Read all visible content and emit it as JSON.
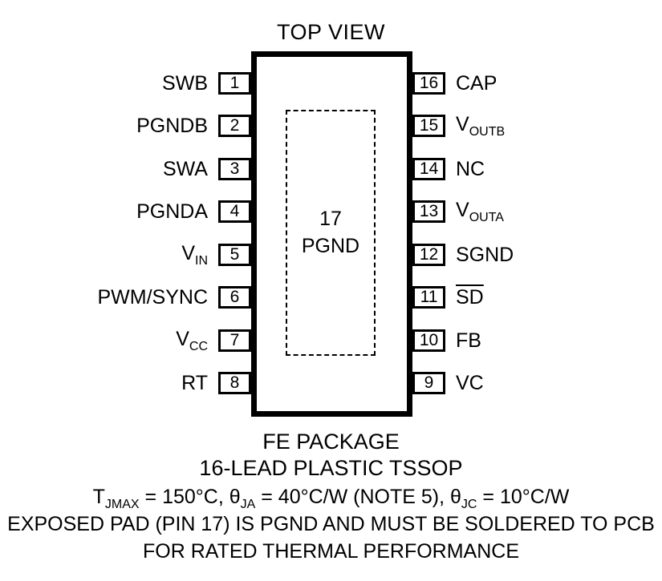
{
  "title": "TOP VIEW",
  "package": {
    "exposed_pad": {
      "number": "17",
      "label": "PGND"
    },
    "pins_left": [
      {
        "num": "1",
        "label": "SWB"
      },
      {
        "num": "2",
        "label": "PGNDB"
      },
      {
        "num": "3",
        "label": "SWA"
      },
      {
        "num": "4",
        "label": "PGNDA"
      },
      {
        "num": "5",
        "label": "V",
        "sub": "IN"
      },
      {
        "num": "6",
        "label": "PWM/SYNC"
      },
      {
        "num": "7",
        "label": "V",
        "sub": "CC"
      },
      {
        "num": "8",
        "label": "RT"
      }
    ],
    "pins_right": [
      {
        "num": "16",
        "label": "CAP"
      },
      {
        "num": "15",
        "label": "V",
        "sub": "OUTB"
      },
      {
        "num": "14",
        "label": "NC"
      },
      {
        "num": "13",
        "label": "V",
        "sub": "OUTA"
      },
      {
        "num": "12",
        "label": "SGND"
      },
      {
        "num": "11",
        "label": "SD",
        "overline": true
      },
      {
        "num": "10",
        "label": "FB"
      },
      {
        "num": "9",
        "label": "VC"
      }
    ]
  },
  "footer": {
    "package_name": "FE PACKAGE",
    "package_type": "16-LEAD PLASTIC TSSOP",
    "thermal_spec_parts": [
      {
        "t": "T"
      },
      {
        "s": "JMAX"
      },
      {
        "t": " = 150°C, θ"
      },
      {
        "s": "JA"
      },
      {
        "t": " = 40°C/W (NOTE 5), θ"
      },
      {
        "s": "JC"
      },
      {
        "t": " = 10°C/W"
      }
    ],
    "note_line1": "EXPOSED PAD (PIN 17) IS PGND AND MUST BE SOLDERED TO PCB",
    "note_line2": "FOR RATED THERMAL PERFORMANCE"
  }
}
